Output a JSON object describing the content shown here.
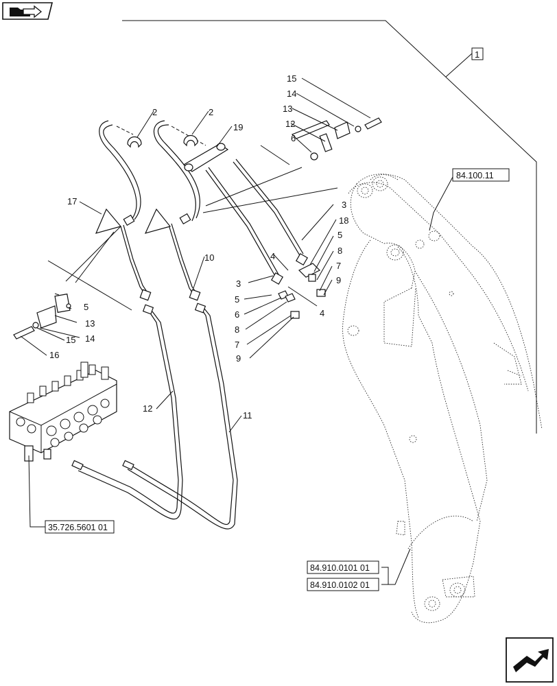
{
  "callouts": {
    "c1": "1",
    "c2a": "2",
    "c2b": "2",
    "c3a": "3",
    "c3b": "3",
    "c4a": "4",
    "c4b": "4",
    "c5a": "5",
    "c5b": "5",
    "c5c": "5",
    "c6a": "6",
    "c6b": "6",
    "c7a": "7",
    "c7b": "7",
    "c8a": "8",
    "c8b": "8",
    "c9a": "9",
    "c9b": "9",
    "c10": "10",
    "c11": "11",
    "c12": "12",
    "c12b": "12",
    "c13a": "13",
    "c13b": "13",
    "c14a": "14",
    "c14b": "14",
    "c15a": "15",
    "c15b": "15",
    "c16": "16",
    "c17": "17",
    "c18": "18",
    "c19": "19"
  },
  "refs": {
    "boom": "84.100.11",
    "valve": "35.726.5601 01",
    "arm1": "84.910.0101 01",
    "arm2": "84.910.0102 01"
  },
  "icons": {
    "top": "folder-arrow-icon",
    "bottom": "next-page-arrow-icon"
  }
}
